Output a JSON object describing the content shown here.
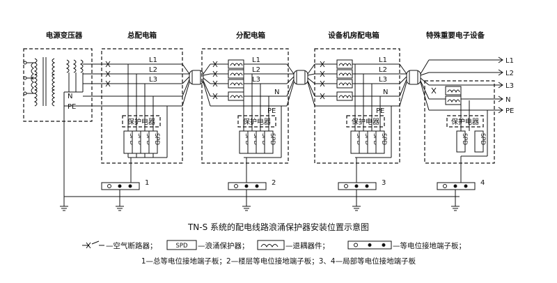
{
  "headers": {
    "transformer": "电源变压器",
    "main_box": "总配电箱",
    "dist_box": "分配电箱",
    "room_box": "设备机房配电箱",
    "special": "特殊重要电子设备"
  },
  "conductors": [
    "L1",
    "L2",
    "L3",
    "N",
    "PE"
  ],
  "protector_label": "保护电器",
  "spd_label": "SPD",
  "terminal_numbers": [
    "1",
    "2",
    "3",
    "4"
  ],
  "caption": {
    "title": "TN-S 系统的配电线路浪涌保护器安装位置示意图",
    "legend_breaker": "—空气断路器；",
    "legend_spd": "—浪涌保护器；",
    "legend_decoupler": "—退耦器件；",
    "legend_terminal": "—等电位接地端子板；",
    "note": "1—总等电位接地端子板；2—楼层等电位接地端子板；3、4—局部等电位接地端子板"
  }
}
